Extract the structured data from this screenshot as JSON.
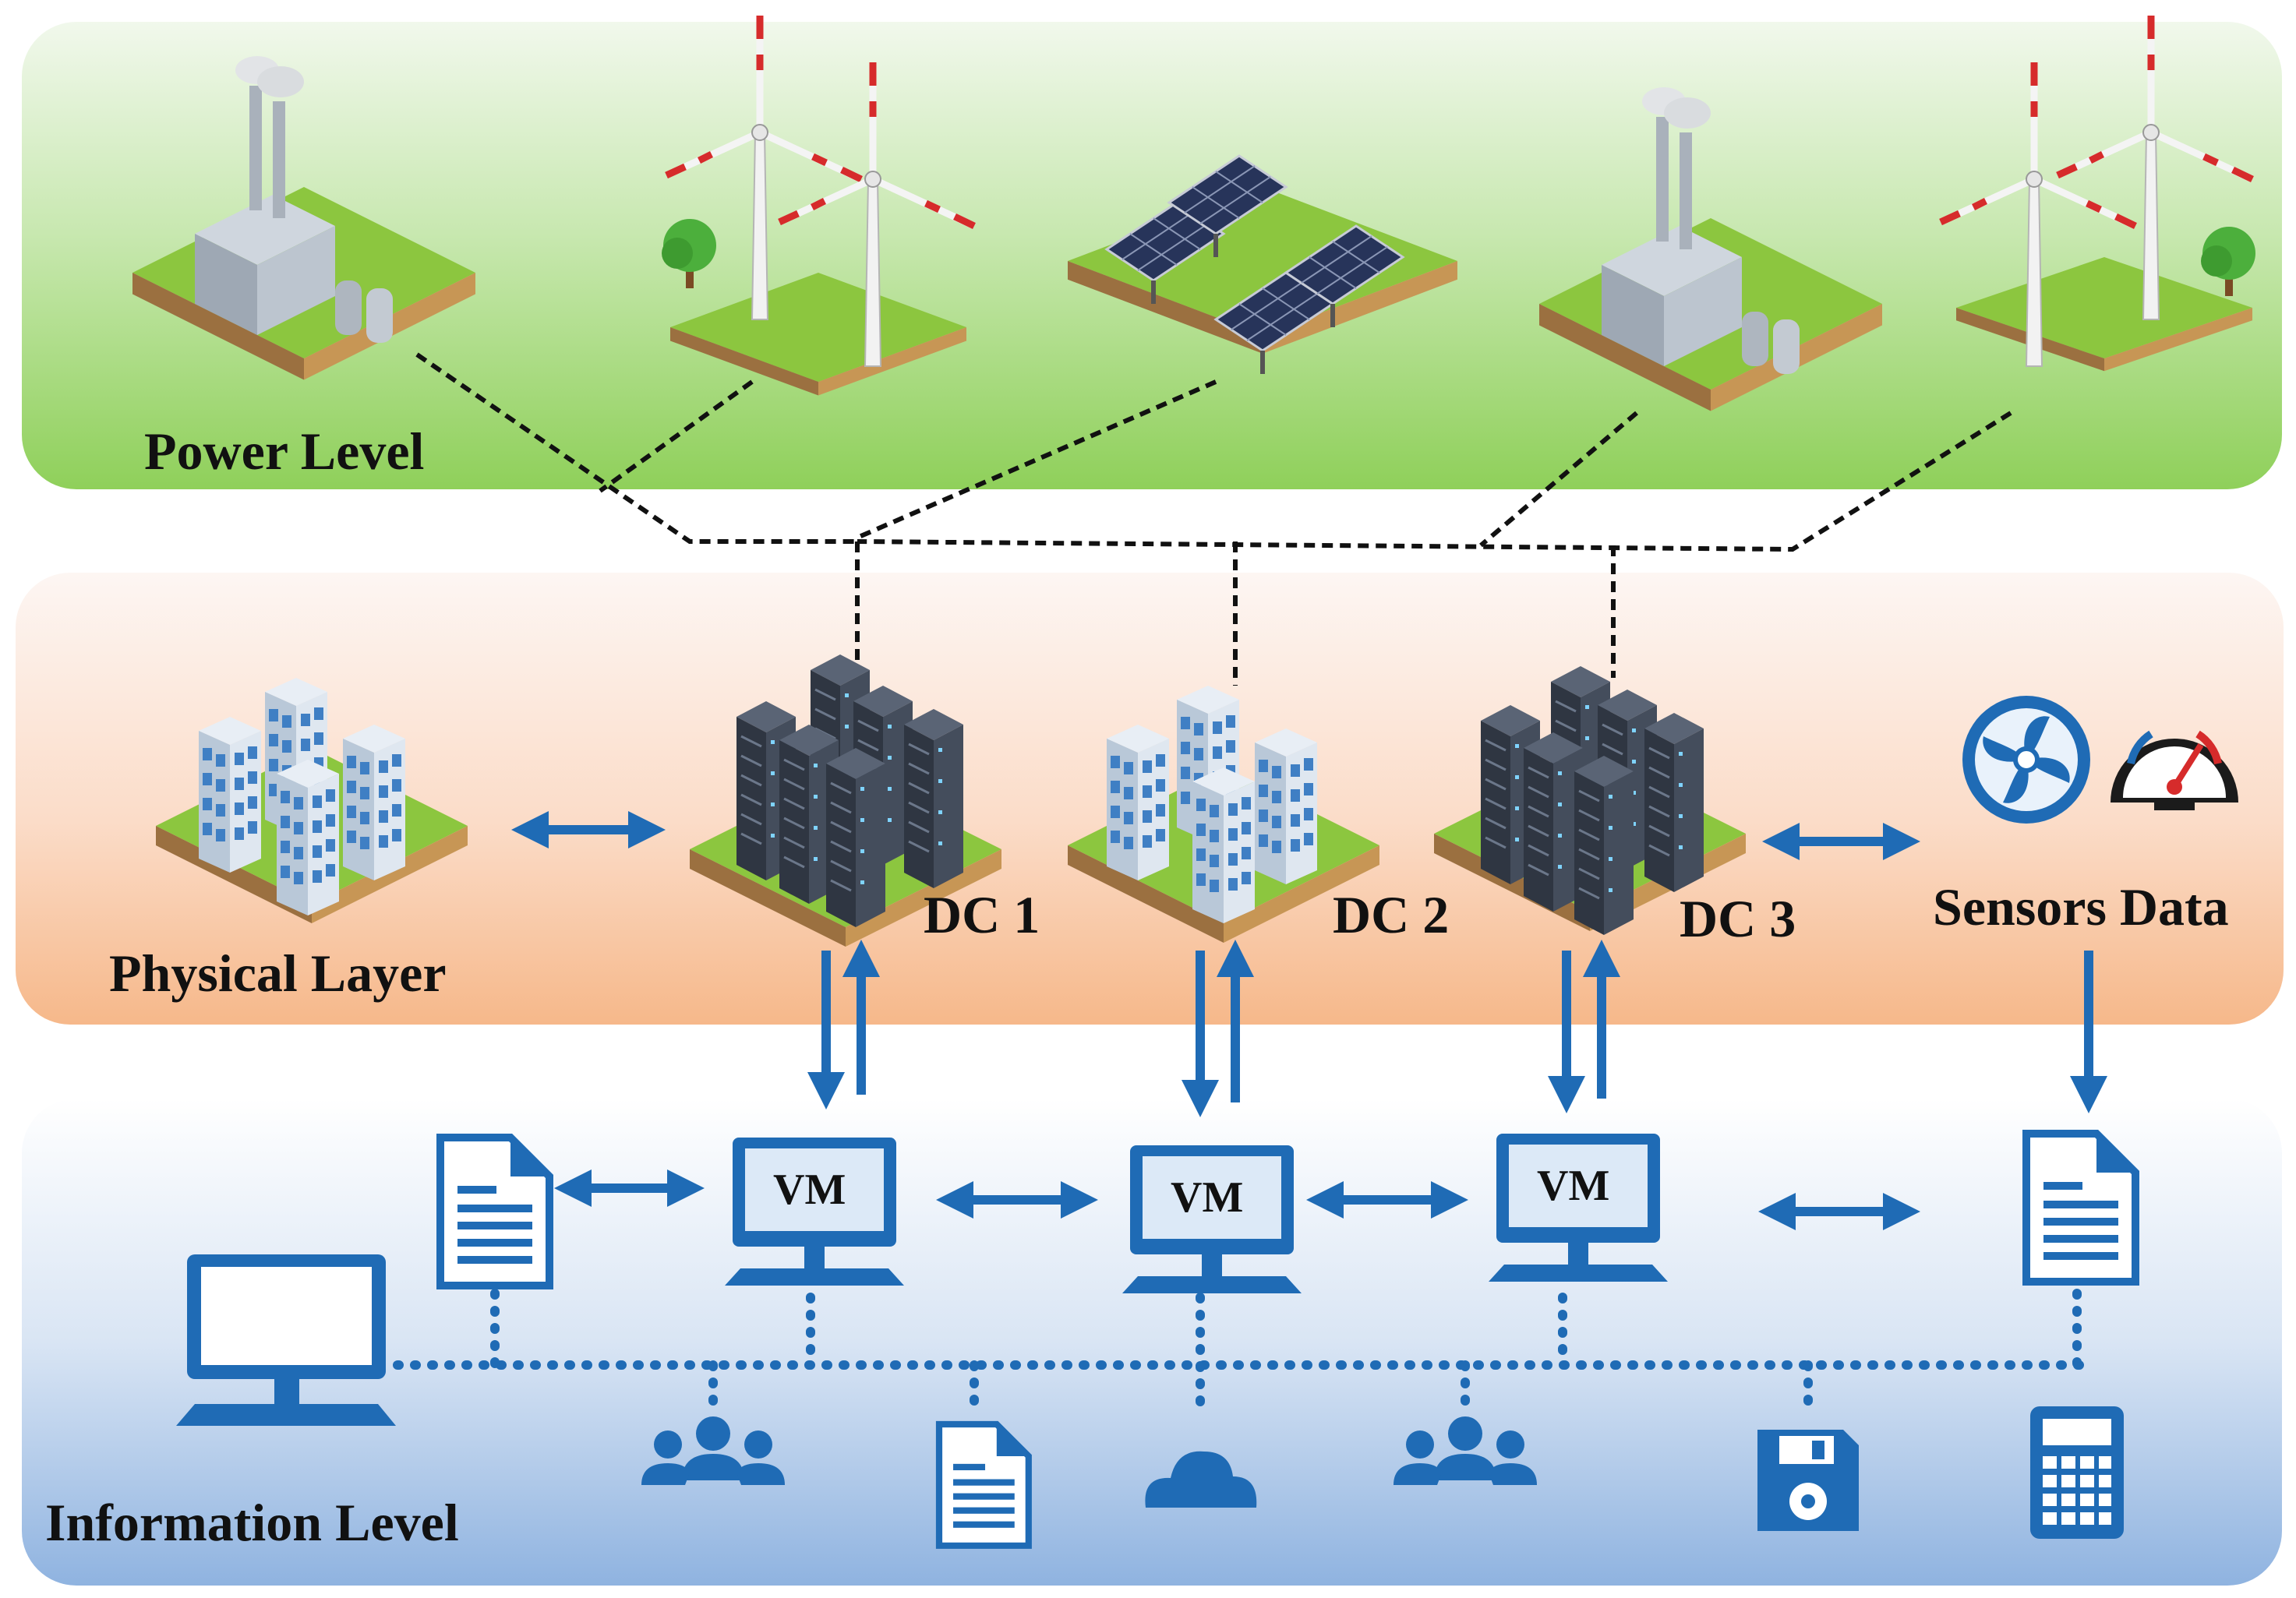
{
  "levels": {
    "power": "Power Level",
    "physical": "Physical Layer",
    "information": "Information Level"
  },
  "datacenters": [
    "DC 1",
    "DC 2",
    "DC 3"
  ],
  "sensors_label": "Sensors Data",
  "vm_label": "VM",
  "colors": {
    "power_band_top": "#e9f4e1",
    "power_band_bottom": "#8fd05a",
    "physical_band_top": "#fdf5f1",
    "physical_band_bottom": "#f6b88a",
    "info_band_top": "#ffffff",
    "info_band_bottom": "#8fb3e0",
    "accent_blue": "#1f6bb5",
    "link_black": "#111111",
    "grass": "#7cc242",
    "soil": "#b8864b",
    "server_dark": "#3a4250"
  },
  "icons": {
    "power": [
      "power-plant-icon",
      "wind-turbines-icon",
      "solar-panels-icon",
      "power-plant-icon",
      "wind-turbines-icon"
    ],
    "physical": [
      "office-buildings-icon",
      "server-racks-icon",
      "office-buildings-icon",
      "server-racks-icon",
      "fan-icon",
      "gauge-icon"
    ],
    "information": [
      "document-icon",
      "monitor-icon",
      "users-icon",
      "document-icon",
      "cloud-icon",
      "users-icon",
      "floppy-disk-icon",
      "calculator-icon"
    ]
  }
}
